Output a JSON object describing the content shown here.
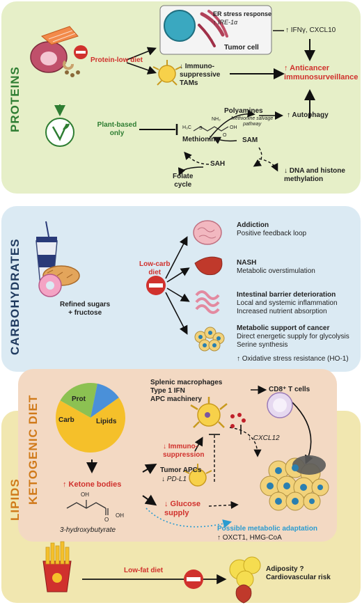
{
  "colors": {
    "protein_bg": "#e6efc8",
    "carb_bg": "#dbeaf3",
    "lipid_bg": "#f1e7b0",
    "keto_bg": "#f3d9c3",
    "accent_red": "#d0312d",
    "green": "#2e7d32",
    "navy": "#1f3a5f",
    "orange": "#d07a1a",
    "teal": "#2a9bd0"
  },
  "proteins": {
    "section_label": "PROTEINS",
    "protein_low_diet": "Protein-low diet",
    "plant_based_only": "Plant-based only",
    "er_stress": "ER stress response",
    "ire1a": "↑ IRE-1α",
    "tumor_cell": "Tumor cell",
    "ifn": "↑ IFNγ, CXCL10",
    "tams": "↓ Immuno-\nsuppressive\nTAMs",
    "anticancer_arrow": "↑",
    "anticancer": "Anticancer\nimmunosurveillance",
    "polyamines": "Polyamines",
    "salvage": "Methionine salvage\npathway",
    "autophagy": "↑ Autophagy",
    "methionine": "Methionine",
    "sam": "SAM",
    "sah": "SAH",
    "folate": "Folate\ncycle",
    "dna": "↓ DNA and histone\nmethylation",
    "struct_ch3": "H₃C",
    "struct_s": "S",
    "struct_nh2": "NH₂",
    "struct_oh": "OH",
    "struct_o": "O"
  },
  "carbs": {
    "section_label": "CARBOHYDRATES",
    "refined": "Refined sugars\n+ fructose",
    "lowcarb": "Low-carb\ndiet",
    "items": [
      {
        "title": "Addiction",
        "desc": "Positive feedback loop",
        "icon": "brain-icon"
      },
      {
        "title": "NASH",
        "desc": "Metabolic overstimulation",
        "icon": "liver-icon"
      },
      {
        "title": "Intestinal barrier deterioration",
        "desc": "Local and systemic inflammation\nIncreased nutrient absorption",
        "icon": "intestine-icon"
      },
      {
        "title": "Metabolic support of cancer",
        "desc": "Direct energetic supply for glycolysis\nSerine synthesis",
        "icon": "cancer-cells-icon"
      }
    ],
    "oxidative": "↑ Oxidative stress resistance (HO-1)"
  },
  "keto": {
    "section_label": "KETOGENIC DIET",
    "pie": [
      {
        "label": "Prot",
        "value": 20,
        "color": "#8cc152"
      },
      {
        "label": "Carb",
        "value": 12,
        "color": "#4a90d9"
      },
      {
        "label": "Lipids",
        "value": 68,
        "color": "#f5c02a"
      }
    ],
    "splenic": "Splenic macrophages\nType 1 IFN\nAPC machinery",
    "cd8": "CD8⁺ T cells",
    "cxcl12": "↓ CXCL12",
    "immuno": "↓ Immuno-\nsuppression",
    "tumor_apcs": "Tumor APCs",
    "pdl1": "↓ PD-L1",
    "ketone_bodies": "↑ Ketone bodies",
    "glucose": "↓ Glucose\nsupply",
    "adaptation": "Possible metabolic adaptation",
    "oxct": "↑ OXCT1, HMG-CoA",
    "hydroxy": "3-hydroxybutyrate",
    "struct_oh": "OH",
    "struct_o": "O"
  },
  "lipids": {
    "section_label": "LIPIDS",
    "lowfat": "Low-fat diet",
    "adiposity": "Adiposity ?\nCardiovascular risk"
  }
}
